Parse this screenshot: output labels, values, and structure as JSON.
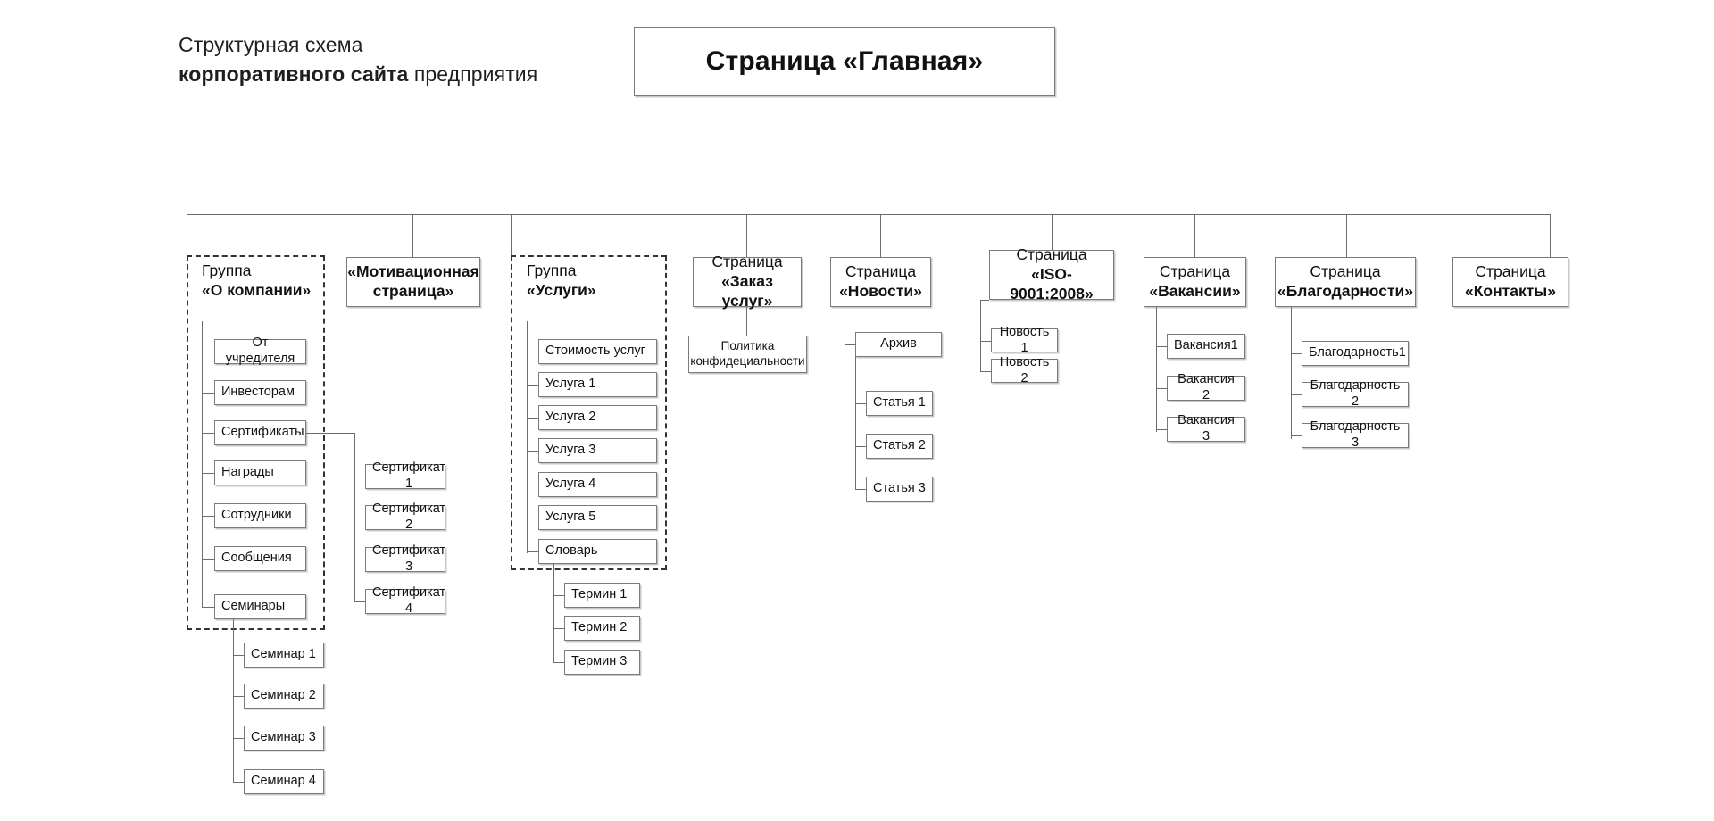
{
  "title": {
    "line1": "Структурная схема",
    "line2_strong": "корпоративного сайта",
    "line2_rest": " предприятия"
  },
  "root": {
    "label": "Страница «Главная»"
  },
  "level1": [
    {
      "name": "group-o-kompanii",
      "kind": "group",
      "line1": "Группа",
      "line2": "«О компании»"
    },
    {
      "name": "motivacionnaya-stranica",
      "kind": "box",
      "line1": "«Мотивационная",
      "line2": "страница»"
    },
    {
      "name": "group-uslugi",
      "kind": "group",
      "line1": "Группа",
      "line2": "«Услуги»"
    },
    {
      "name": "stranica-zakaz-uslug",
      "kind": "box",
      "line1": "Страница",
      "line2": "«Заказ услуг»"
    },
    {
      "name": "stranica-novosti",
      "kind": "box",
      "line1": "Страница",
      "line2": "«Новости»"
    },
    {
      "name": "stranica-iso",
      "kind": "box",
      "line1": "Страница",
      "line2": "«ISO-9001:2008»"
    },
    {
      "name": "stranica-vakansii",
      "kind": "box",
      "line1": "Страница",
      "line2": "«Вакансии»"
    },
    {
      "name": "stranica-blagodarnosti",
      "kind": "box",
      "line1": "Страница",
      "line2": "«Благодарности»"
    },
    {
      "name": "stranica-kontakty",
      "kind": "box",
      "line1": "Страница",
      "line2": "«Контакты»"
    }
  ],
  "o_kompanii_items": [
    "От учредителя",
    "Инвесторам",
    "Сертификаты",
    "Награды",
    "Сотрудники",
    "Сообщения",
    "Семинары"
  ],
  "sertifikaty_items": [
    "Сертификат 1",
    "Сертификат 2",
    "Сертификат 3",
    "Сертификат 4"
  ],
  "seminary_items": [
    "Семинар 1",
    "Семинар 2",
    "Семинар 3",
    "Семинар 4"
  ],
  "uslugi_items": [
    "Стоимость услуг",
    "Услуга 1",
    "Услуга 2",
    "Услуга 3",
    "Услуга 4",
    "Услуга 5",
    "Словарь"
  ],
  "slovar_items": [
    "Термин 1",
    "Термин 2",
    "Термин 3"
  ],
  "zakaz_uslug_items": [
    {
      "line1": "Политика",
      "line2": "конфидециальности"
    }
  ],
  "novosti_items": [
    "Архив"
  ],
  "arhiv_items": [
    "Статья 1",
    "Статья 2",
    "Статья 3"
  ],
  "iso_items": [
    "Новость 1",
    "Новость 2"
  ],
  "vakansii_items": [
    "Вакансия1",
    "Вакансия 2",
    "Вакансия 3"
  ],
  "blagodarnosti_items": [
    "Благодарность1",
    "Благодарность 2",
    "Благодарность 3"
  ],
  "colors": {
    "line": "#6d6d6d",
    "border": "#7b7b7b",
    "dashed": "#333333",
    "text": "#111111",
    "background": "#ffffff"
  }
}
